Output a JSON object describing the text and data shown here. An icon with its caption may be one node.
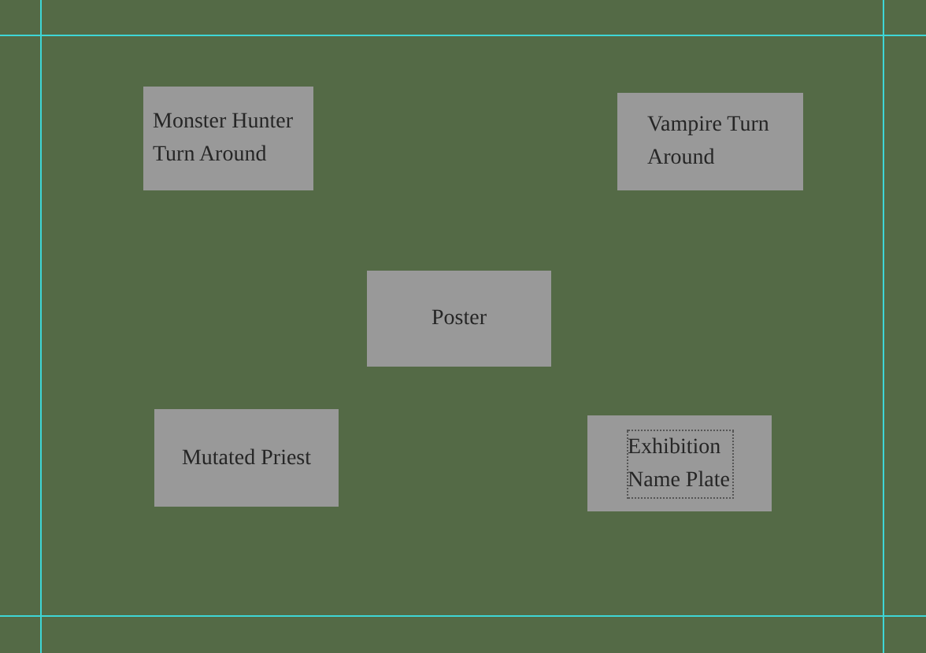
{
  "diagram": {
    "nodes": [
      {
        "text": [
          "Monster Hunter Turn Around"
        ]
      },
      {
        "text": [
          "Vampire Turn Around"
        ]
      },
      {
        "text": [
          "Poster"
        ]
      },
      {
        "text": [
          "Mutated Priest"
        ]
      },
      {
        "text": [
          "Exhibition Name Plate"
        ]
      }
    ]
  }
}
